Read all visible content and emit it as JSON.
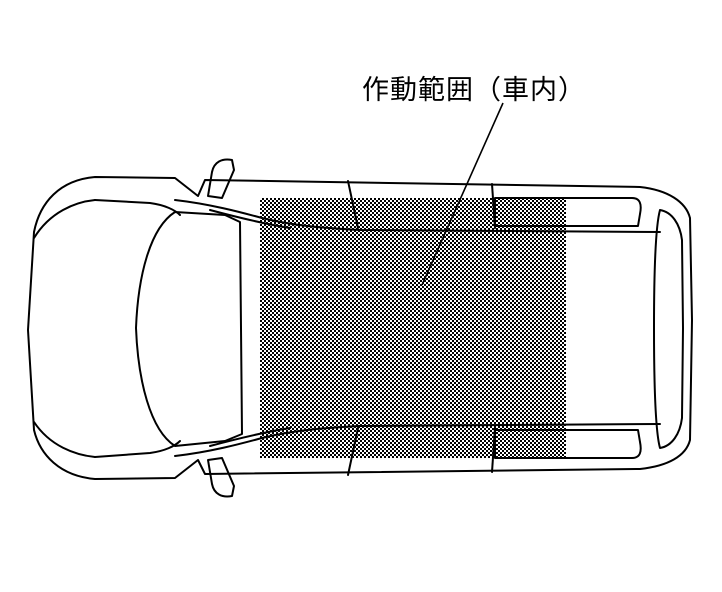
{
  "callout": {
    "label": "作動範囲（車内）"
  },
  "figure": {
    "subject": "vehicle-top-view",
    "highlighted_region": "cabin-interior",
    "colors": {
      "line": "#000000",
      "background": "#ffffff",
      "pattern": "#000000"
    }
  }
}
